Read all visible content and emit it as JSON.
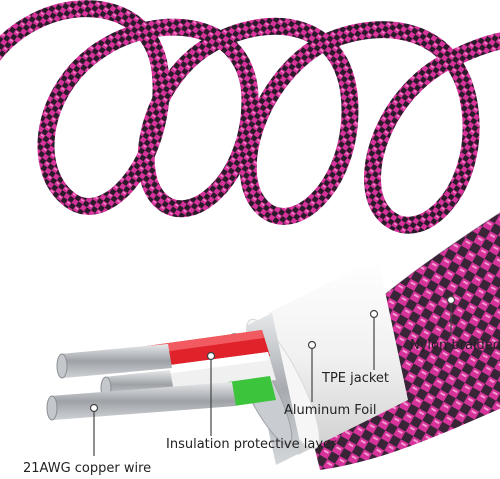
{
  "colors": {
    "braid_pink": "#d6339a",
    "braid_dark": "#2a1a2a",
    "tpe_white": "#f4f4f4",
    "foil_silver": "#bfc3c8",
    "wire_red": "#e0222a",
    "wire_green": "#3cc43c",
    "wire_white": "#eeeeee",
    "copper_wire": "#b9bcc0",
    "leader_line": "#444444"
  },
  "labels": {
    "nylon_braided": "Nylon braided",
    "tpe_jacket": "TPE jacket",
    "aluminum_foil": "Aluminum Foil",
    "insulation": "Insulation protective layer",
    "copper_wire": "21AWG copper wire"
  }
}
